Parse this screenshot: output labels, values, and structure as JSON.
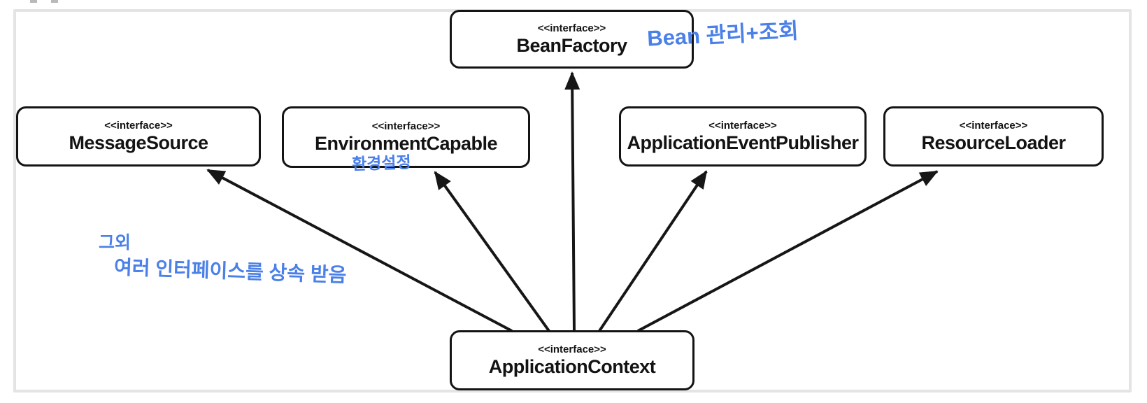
{
  "diagram": {
    "type": "uml-class-diagram",
    "nodes": [
      {
        "id": "bean-factory",
        "stereotype": "<<interface>>",
        "name": "BeanFactory"
      },
      {
        "id": "message-source",
        "stereotype": "<<interface>>",
        "name": "MessageSource"
      },
      {
        "id": "environment-capable",
        "stereotype": "<<interface>>",
        "name": "EnvironmentCapable"
      },
      {
        "id": "application-event-publisher",
        "stereotype": "<<interface>>",
        "name": "ApplicationEventPublisher"
      },
      {
        "id": "resource-loader",
        "stereotype": "<<interface>>",
        "name": "ResourceLoader"
      },
      {
        "id": "application-context",
        "stereotype": "<<interface>>",
        "name": "ApplicationContext"
      }
    ],
    "edges": [
      {
        "from": "ApplicationContext",
        "to": "MessageSource",
        "type": "extends"
      },
      {
        "from": "ApplicationContext",
        "to": "EnvironmentCapable",
        "type": "extends"
      },
      {
        "from": "ApplicationContext",
        "to": "BeanFactory",
        "type": "extends"
      },
      {
        "from": "ApplicationContext",
        "to": "ApplicationEventPublisher",
        "type": "extends"
      },
      {
        "from": "ApplicationContext",
        "to": "ResourceLoader",
        "type": "extends"
      }
    ],
    "annotations": [
      {
        "id": "beanfactory-note",
        "text": "Bean 관리+조회",
        "color": "#4a80e8"
      },
      {
        "id": "environmentcapable-note",
        "text": "환경설정",
        "color": "#4a80e8"
      },
      {
        "id": "side-note-line1",
        "text": "그외",
        "color": "#4a80e8"
      },
      {
        "id": "side-note-line2",
        "text": "여러 인터페이스를 상속 받음",
        "color": "#4a80e8"
      }
    ],
    "colors": {
      "annotation": "#4a80e8",
      "line": "#161616",
      "frame": "#e4e4e4",
      "node_border": "#141414",
      "background": "#ffffff"
    }
  }
}
